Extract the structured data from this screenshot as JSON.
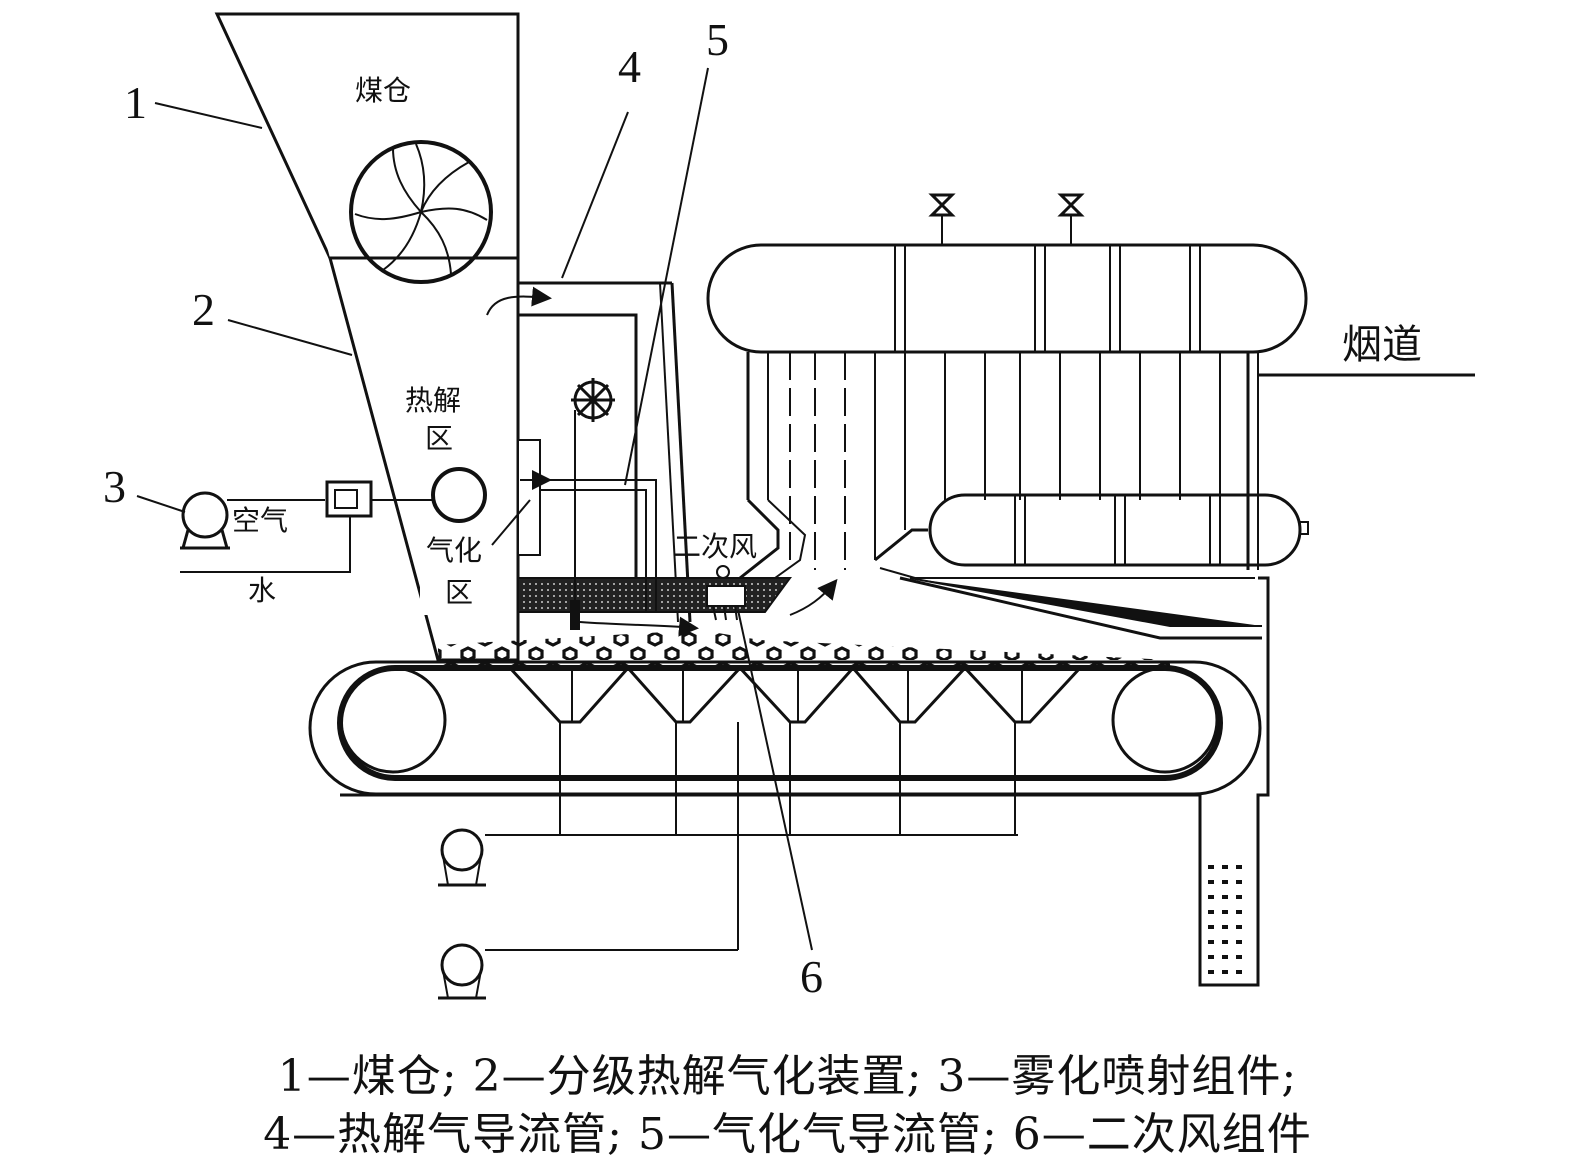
{
  "labels": {
    "coal_bin": "煤仓",
    "pyrolysis_zone_1": "热解",
    "pyrolysis_zone_2": "区",
    "gasification_zone_1": "气化",
    "gasification_zone_2": "区",
    "air": "空气",
    "water": "水",
    "secondary_air": "二次风",
    "flue": "烟道"
  },
  "numbers": {
    "n1": "1",
    "n2": "2",
    "n3": "3",
    "n4": "4",
    "n5": "5",
    "n6": "6"
  },
  "caption": {
    "line1": "1—煤仓; 2—分级热解气化装置; 3—雾化喷射组件;",
    "line2": "4—热解气导流管; 5—气化气导流管; 6—二次风组件"
  }
}
